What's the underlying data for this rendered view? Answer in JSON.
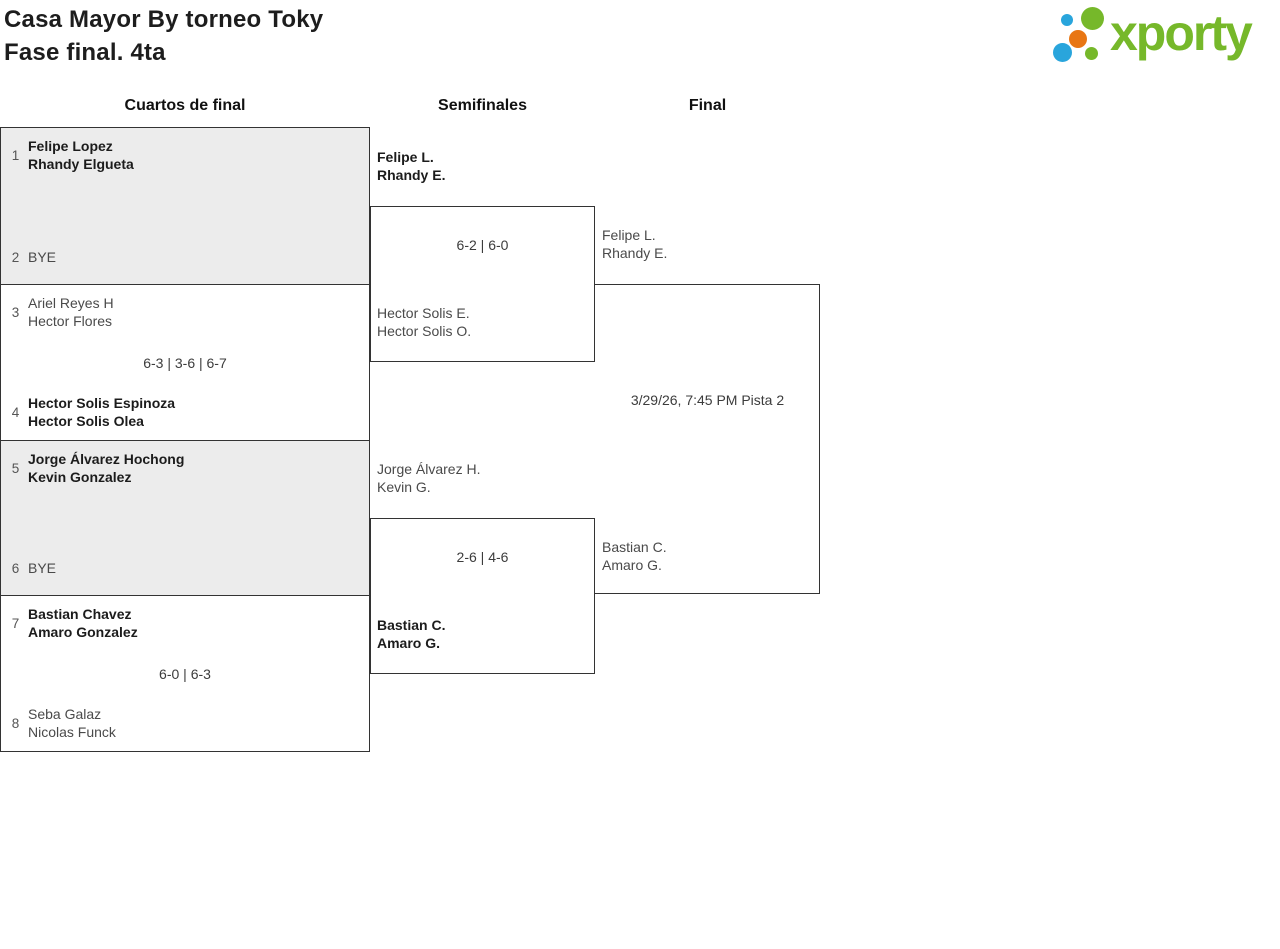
{
  "header": {
    "title_line1": "Casa Mayor By torneo Toky",
    "title_line2": "Fase final. 4ta",
    "logo_text": "xporty"
  },
  "colors": {
    "logo_green": "#76b82a",
    "logo_blue": "#29a5dc",
    "logo_orange": "#e87613",
    "bye_box_gray": "#ececec",
    "box_border": "#333333",
    "winner_text": "#1c1c1c",
    "loser_text": "#4a4a4a"
  },
  "rounds": [
    {
      "label": "Cuartos de final"
    },
    {
      "label": "Semifinales"
    },
    {
      "label": "Final"
    }
  ],
  "bracket": {
    "quarterfinals": [
      {
        "seed1": "1",
        "team1": [
          "Felipe Lopez",
          "Rhandy Elgueta"
        ],
        "seed2": "2",
        "team2": [
          "BYE"
        ],
        "score": ""
      },
      {
        "seed1": "3",
        "team1": [
          "Ariel Reyes H",
          "Hector Flores"
        ],
        "seed2": "4",
        "team2": [
          "Hector Solis Espinoza",
          "Hector Solis Olea"
        ],
        "score": "6-3 | 3-6 | 6-7"
      },
      {
        "seed1": "5",
        "team1": [
          "Jorge Álvarez Hochong",
          "Kevin Gonzalez"
        ],
        "seed2": "6",
        "team2": [
          "BYE"
        ],
        "score": ""
      },
      {
        "seed1": "7",
        "team1": [
          "Bastian Chavez",
          "Amaro Gonzalez"
        ],
        "seed2": "8",
        "team2": [
          "Seba Galaz",
          "Nicolas Funck"
        ],
        "score": "6-0 | 6-3"
      }
    ],
    "semifinals": [
      {
        "team1": [
          "Felipe L.",
          "Rhandy E."
        ],
        "team2": [
          "Hector Solis E.",
          "Hector Solis O."
        ],
        "score": "6-2 | 6-0"
      },
      {
        "team1": [
          "Jorge Álvarez H.",
          "Kevin G."
        ],
        "team2": [
          "Bastian C.",
          "Amaro G."
        ],
        "score": "2-6 | 4-6"
      }
    ],
    "final": {
      "team1": [
        "Felipe L.",
        "Rhandy E."
      ],
      "team2": [
        "Bastian C.",
        "Amaro G."
      ],
      "schedule": "3/29/26, 7:45 PM Pista 2"
    }
  }
}
